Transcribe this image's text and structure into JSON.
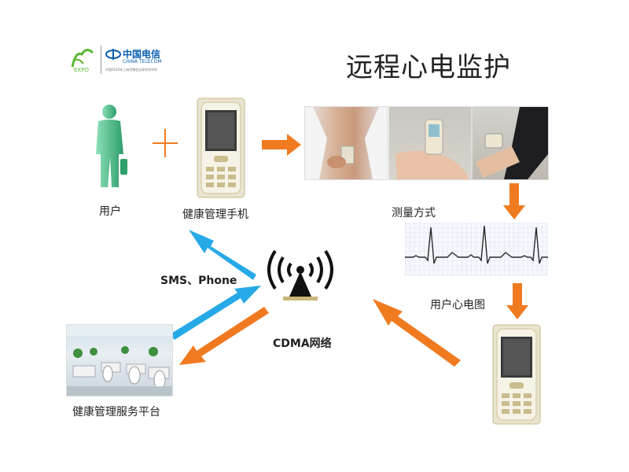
{
  "title": "远程心电监护",
  "logo": {
    "brand_cn": "中国电信",
    "brand_en": "CHINA TELECOM",
    "subtitle": "中国2010年上海世博会全球合作伙伴"
  },
  "labels": {
    "user": "用户",
    "phone": "健康管理手机",
    "measure": "测量方式",
    "ecg": "用户心电图",
    "sms": "SMS、Phone",
    "network": "CDMA网络",
    "platform": "健康管理服务平台"
  },
  "colors": {
    "orange": "#f07a20",
    "blue": "#27a9e8",
    "user_green": "#4fc28f",
    "ecg_grid": "#b8c8e8"
  },
  "icons": [
    "user-silhouette-icon",
    "plus-icon",
    "mobile-phone-icon",
    "wireless-tower-icon",
    "ecg-waveform-icon"
  ]
}
